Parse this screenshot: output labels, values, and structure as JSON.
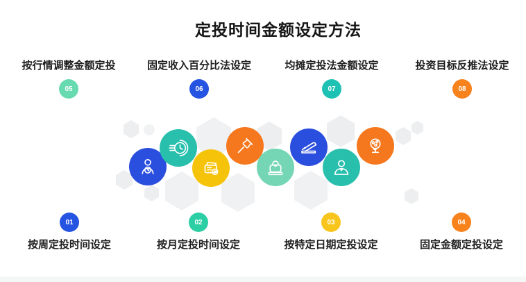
{
  "page": {
    "title": "定投时间金额设定方法",
    "background_color": "#FFFFFF",
    "footer_strip_color": "#F5F6F6"
  },
  "top_row": {
    "items": [
      {
        "number": "05",
        "label": "按行情调整金额定投",
        "color": "#68DAB0"
      },
      {
        "number": "06",
        "label": "固定收入百分比法设定",
        "color": "#2553E2"
      },
      {
        "number": "07",
        "label": "均摊定投法金额设定",
        "color": "#1EC2B4"
      },
      {
        "number": "08",
        "label": "投资目标反推法设定",
        "color": "#F8821B"
      }
    ]
  },
  "bottom_row": {
    "items": [
      {
        "number": "01",
        "label": "按周定投时间设定",
        "color": "#2553E2"
      },
      {
        "number": "02",
        "label": "按月定投时间设定",
        "color": "#2CCEA4"
      },
      {
        "number": "03",
        "label": "按特定日期定投设定",
        "color": "#F7C51B"
      },
      {
        "number": "04",
        "label": "固定金额定投设定",
        "color": "#F8821B"
      }
    ]
  },
  "center_graphic": {
    "hex_color": "#EDEEEF",
    "bubbles": [
      {
        "icon": "person-clock-icon",
        "color": "#2A4EDE"
      },
      {
        "icon": "speed-clock-icon",
        "color": "#29BFAD"
      },
      {
        "icon": "cards-plus-icon",
        "color": "#F6C30B"
      },
      {
        "icon": "pushpin-icon",
        "color": "#F5781E"
      },
      {
        "icon": "bag-icon",
        "color": "#74D6B4"
      },
      {
        "icon": "stapler-icon",
        "color": "#2A4EDE"
      },
      {
        "icon": "person-icon",
        "color": "#29BFAD"
      },
      {
        "icon": "money-tree-icon",
        "color": "#F5781E"
      }
    ]
  }
}
